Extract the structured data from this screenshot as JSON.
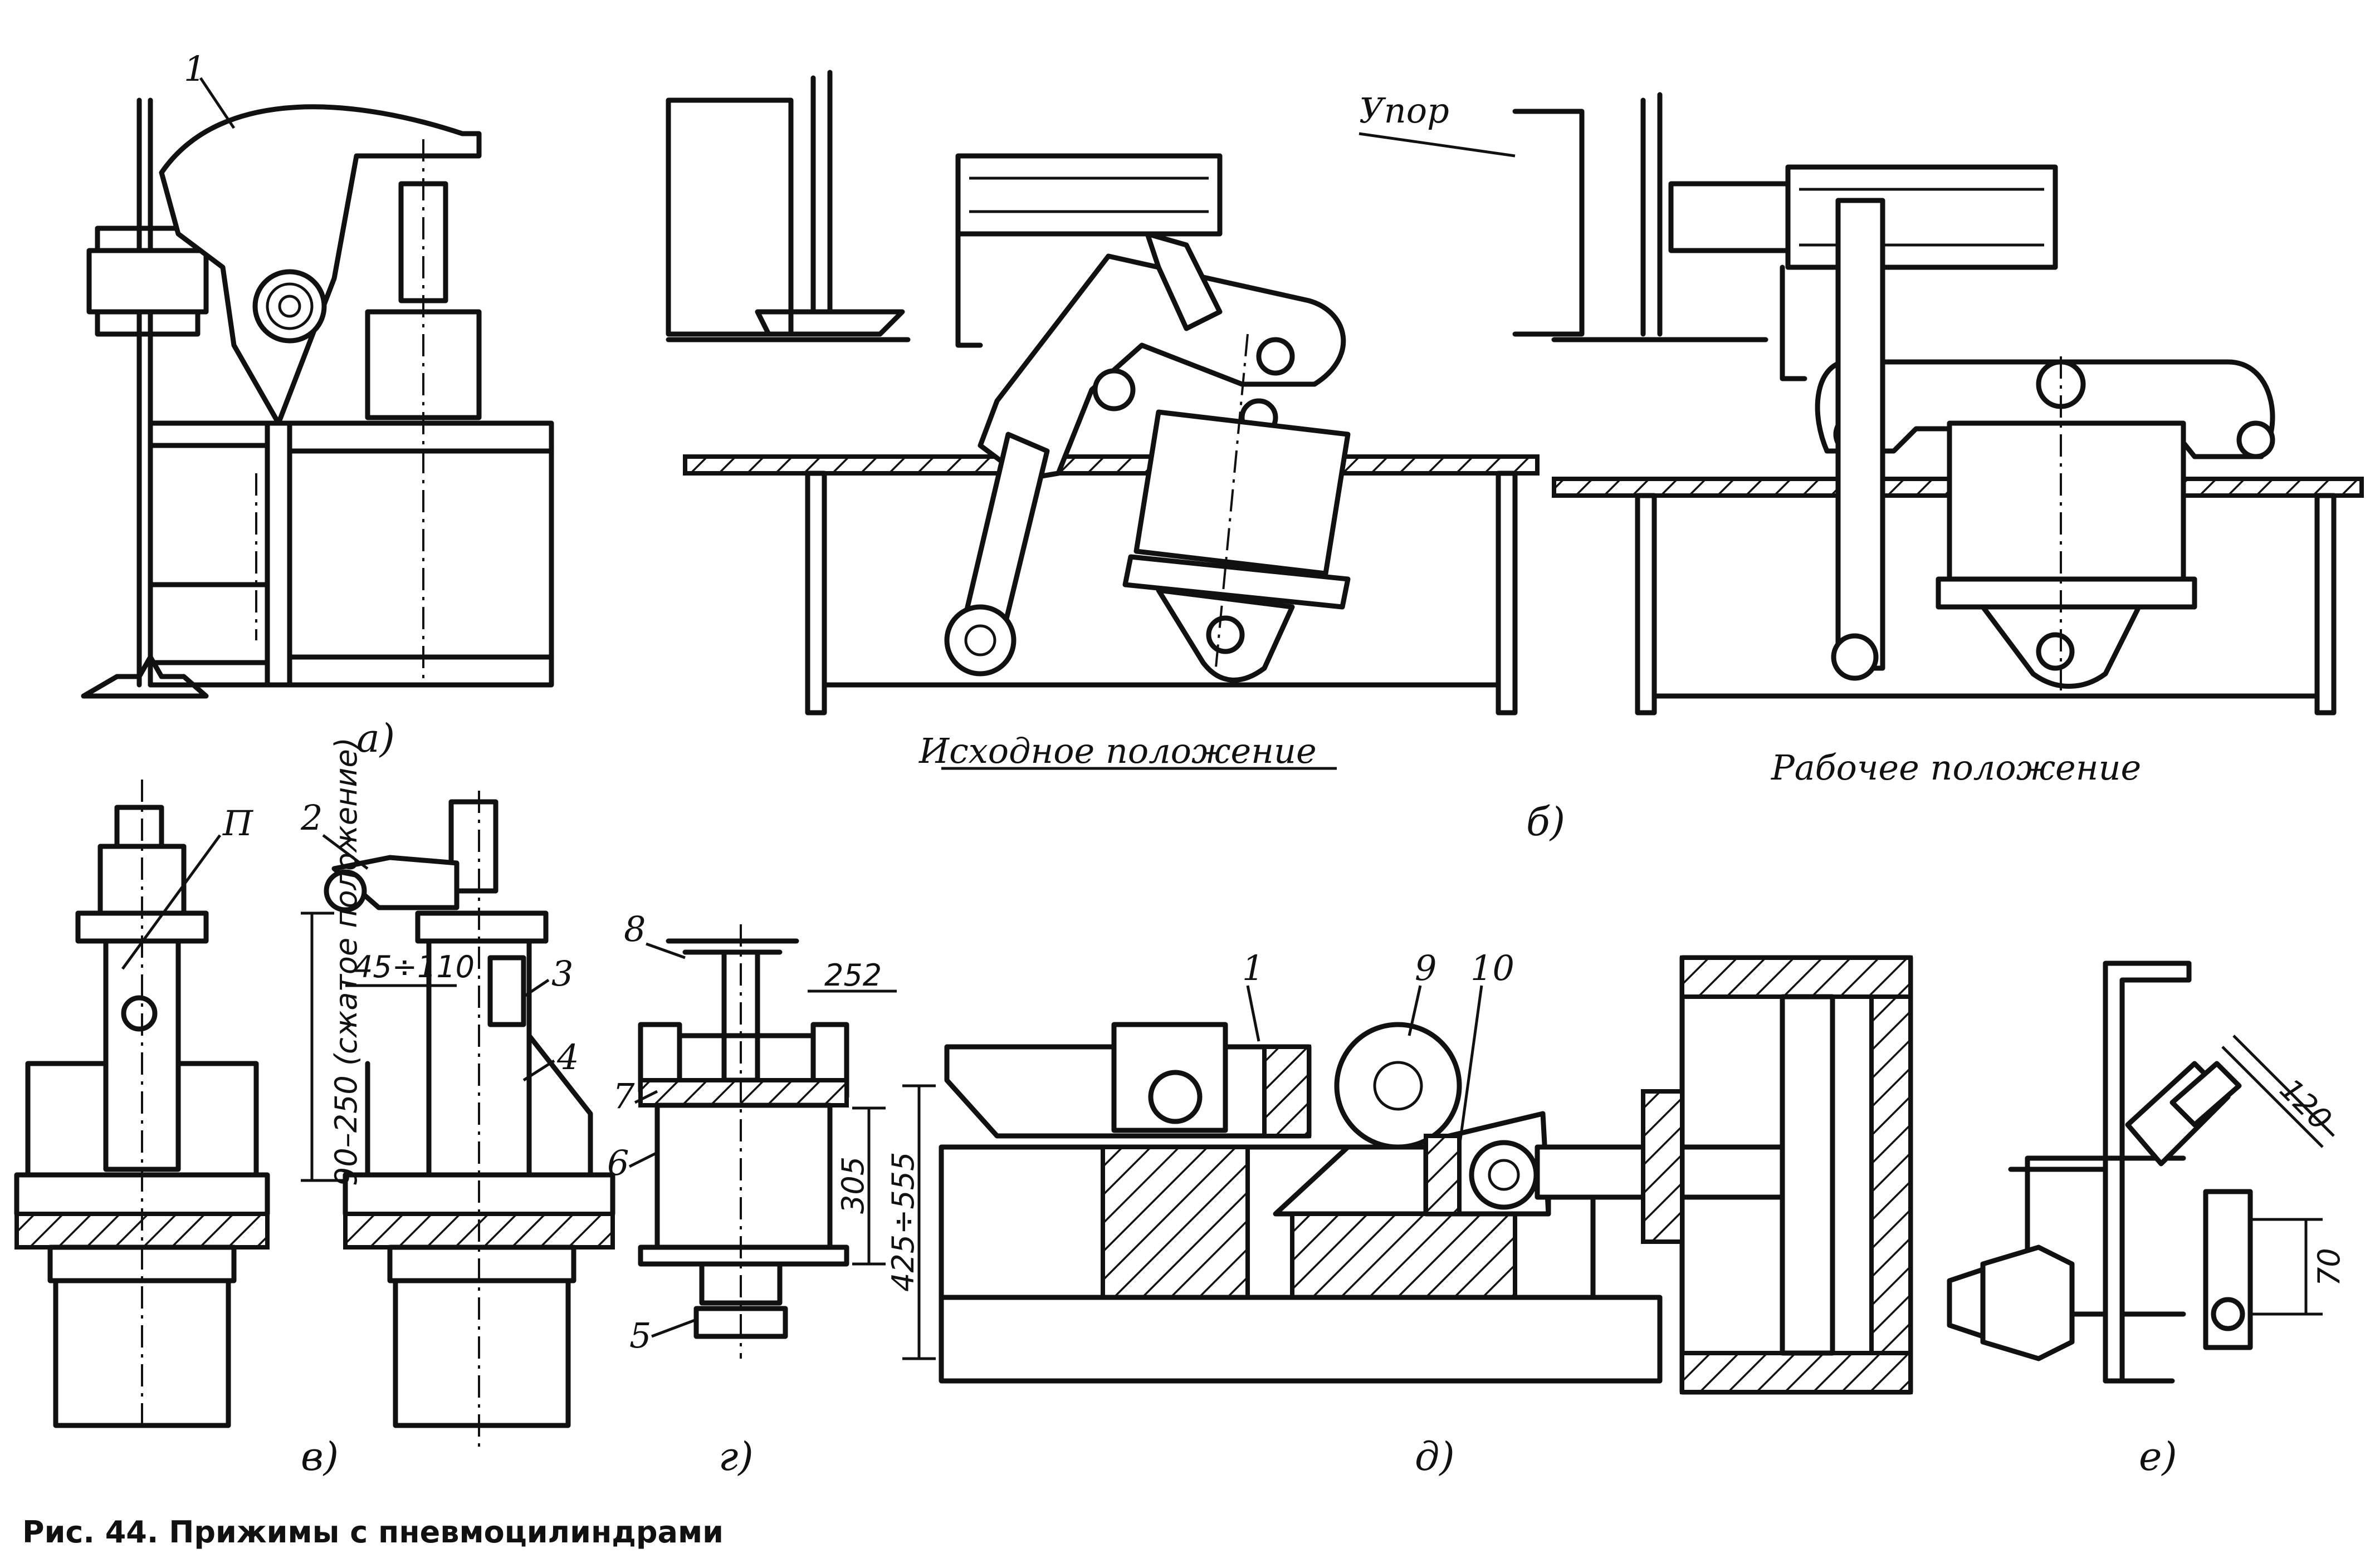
{
  "labels": {
    "a_part1": "1",
    "b_stop": "Упор",
    "b_initial": "Исходное положение",
    "b_working": "Рабочее положение",
    "v_p": "П",
    "v_part2": "2",
    "v_part3": "3",
    "v_part4": "4",
    "v_dim_reach": "45÷110",
    "v_dim_height": "90–250 (сжатое положение)",
    "g_part8": "8",
    "g_part7": "7",
    "g_part6": "6",
    "g_part5": "5",
    "g_dim_252": "252",
    "g_dim_305": "305",
    "g_dim_425": "425÷555",
    "d_part1": "1",
    "d_part9": "9",
    "d_part10": "10",
    "e_dim_120": "120",
    "e_dim_70": "70"
  },
  "subfigures": {
    "a": "а)",
    "b": "б)",
    "v": "в)",
    "g": "г)",
    "d": "д)",
    "e": "е)"
  },
  "caption": "Рис. 44. Прижимы с пневмоцилиндрами"
}
